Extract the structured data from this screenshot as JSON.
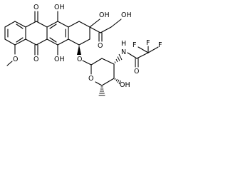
{
  "molecule": {
    "atoms": {
      "o_q_top": "O",
      "oh_c6": "OH",
      "oh_c9": "OH",
      "o_c13": "O",
      "oh_c14": "OH",
      "o_q_bot": "O",
      "ome": "O",
      "oh_c11": "OH",
      "o_gly": "O",
      "nh": "N",
      "nh_h": "H",
      "o_amide": "O",
      "o_ring": "O",
      "oh_c4p": "OH",
      "f1": "F",
      "f2": "F",
      "f3": "F"
    }
  }
}
